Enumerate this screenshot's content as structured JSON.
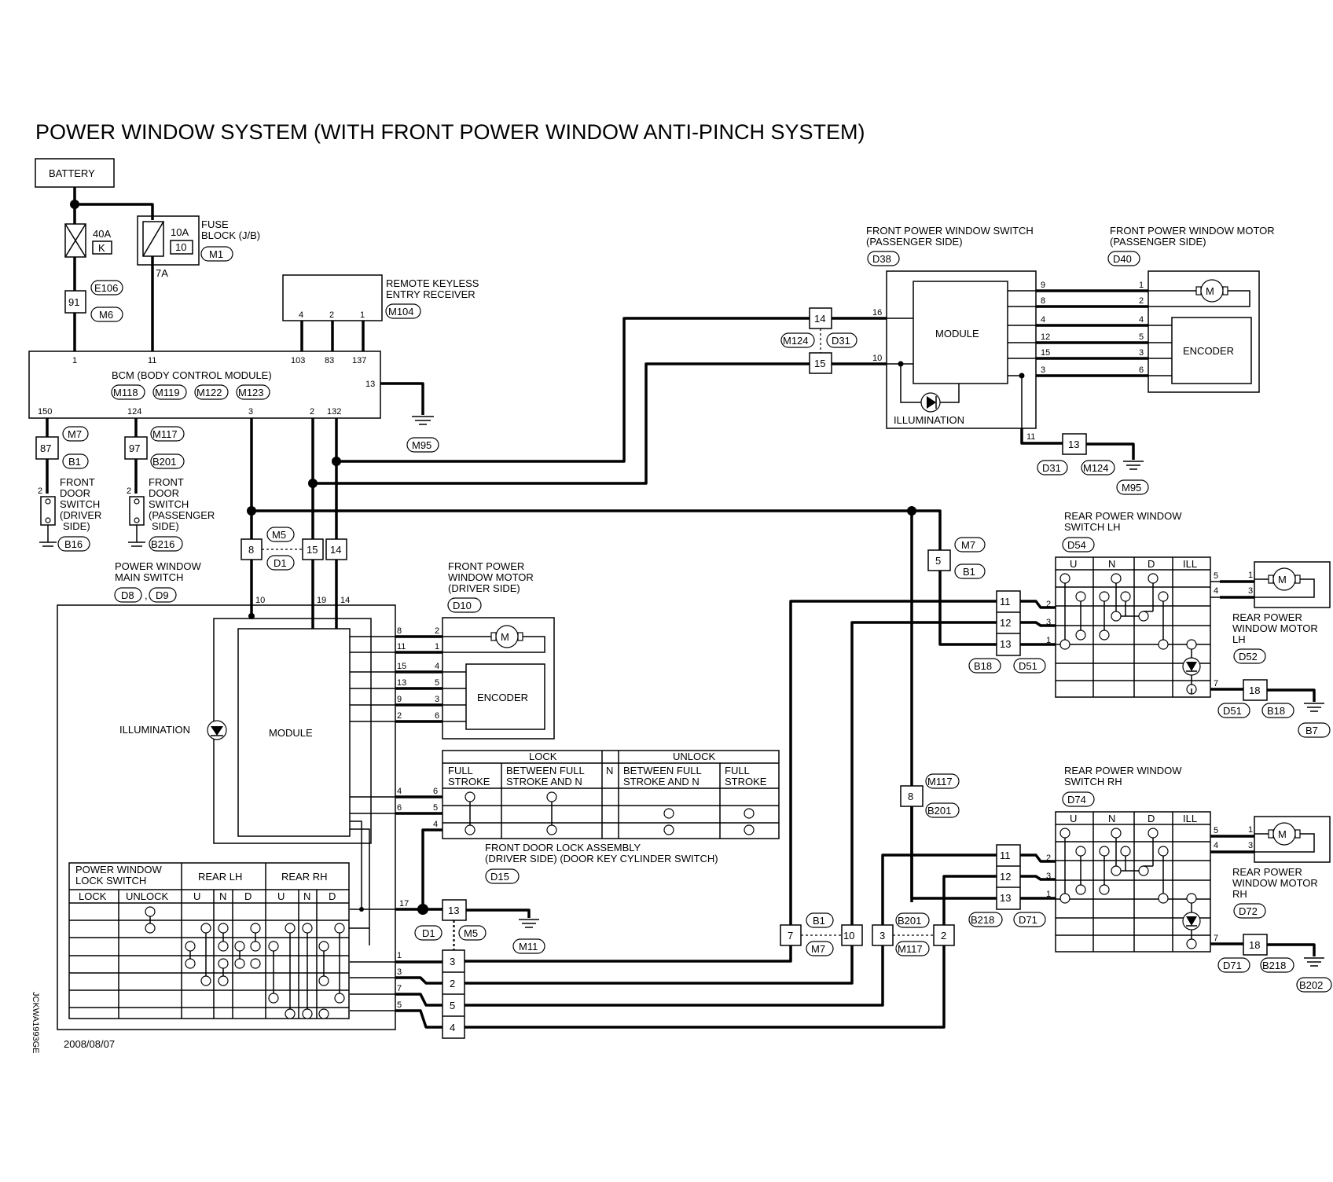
{
  "title": "POWER WINDOW SYSTEM (WITH FRONT POWER WINDOW ANTI-PINCH SYSTEM)",
  "date": "2008/08/07",
  "code": "JCKWA1993GE",
  "battery": "BATTERY",
  "fuse40": {
    "amp": "40A",
    "id": "K"
  },
  "fuse10": {
    "amp": "10A",
    "id": "10",
    "pin": "7A"
  },
  "fuse_block": {
    "line1": "FUSE",
    "line2": "BLOCK (J/B)",
    "conn": "M1"
  },
  "conn_e106": "E106",
  "conn_m6": "M6",
  "pin_91": "91",
  "rke": {
    "line1": "REMOTE KEYLESS",
    "line2": "ENTRY RECEIVER",
    "conn": "M104",
    "pins": [
      "4",
      "2",
      "1"
    ],
    "bcm_pins": [
      "103",
      "83",
      "137"
    ]
  },
  "bcm": {
    "label": "BCM (BODY CONTROL MODULE)",
    "conns": [
      "M118",
      "M119",
      "M122",
      "M123"
    ],
    "top_pins": [
      "1",
      "11"
    ],
    "pin13": "13",
    "bottom_pins": [
      "150",
      "124",
      "3",
      "2",
      "132"
    ],
    "ground": "M95"
  },
  "door_sw_drv": {
    "conn_a": "M7",
    "pin": "87",
    "conn_b": "B1",
    "sw_pin": "2",
    "lines": [
      "FRONT",
      "DOOR",
      "SWITCH",
      "(DRIVER",
      "SIDE)"
    ],
    "conn": "B16"
  },
  "door_sw_pas": {
    "conn_a": "M117",
    "pin": "97",
    "conn_b": "B201",
    "sw_pin": "2",
    "lines": [
      "FRONT",
      "DOOR",
      "SWITCH",
      "(PASSENGER",
      "SIDE)"
    ],
    "conn": "B216"
  },
  "junction_m5d1": {
    "pins": [
      "8",
      "15",
      "14"
    ],
    "conn_a": "M5",
    "conn_b": "D1"
  },
  "main_switch": {
    "line1": "POWER WINDOW",
    "line2": "MAIN SWITCH",
    "conns": [
      "D8",
      "D9"
    ],
    "top_pins": [
      "10",
      "19",
      "14"
    ],
    "module": "MODULE",
    "illumination": "ILLUMINATION",
    "motor_pins": [
      "8",
      "11",
      "15",
      "13",
      "9",
      "2"
    ],
    "lock_pins": [
      "4",
      "6"
    ],
    "pin17": "17",
    "low_pins": [
      "1",
      "3",
      "7",
      "5"
    ]
  },
  "fpw_motor_drv": {
    "lines": [
      "FRONT POWER",
      "WINDOW MOTOR",
      "(DRIVER SIDE)"
    ],
    "conn": "D10",
    "pins": [
      "2",
      "1",
      "4",
      "5",
      "3",
      "6"
    ],
    "encoder": "ENCODER",
    "motor": "M"
  },
  "lock_sw_table": {
    "row1": [
      "POWER WINDOW",
      "LOCK SWITCH",
      "REAR LH",
      "REAR RH"
    ],
    "row2": [
      "LOCK",
      "UNLOCK",
      "U",
      "N",
      "D",
      "U",
      "N",
      "D"
    ]
  },
  "door_lock": {
    "headers": [
      "LOCK",
      "N",
      "UNLOCK"
    ],
    "sub": [
      "FULL",
      "STROKE",
      "BETWEEN FULL",
      "STROKE AND N",
      "BETWEEN FULL",
      "STROKE AND N",
      "FULL",
      "STROKE"
    ],
    "pins": [
      "6",
      "5",
      "4"
    ],
    "lines": [
      "FRONT DOOR LOCK ASSEMBLY",
      "(DRIVER SIDE) (DOOR KEY CYLINDER SWITCH)"
    ],
    "conn": "D15"
  },
  "gnd_m11": {
    "pin": "13",
    "conn_a": "D1",
    "conn_b": "M5",
    "ground": "M11"
  },
  "low_conn": {
    "pins": [
      "3",
      "2",
      "5",
      "4"
    ]
  },
  "junction_b1m7": {
    "pins": [
      "7",
      "10"
    ],
    "conn_a": "B1",
    "conn_b": "M7"
  },
  "junction_b201m117": {
    "pins": [
      "3",
      "2"
    ],
    "conn_a": "B201",
    "conn_b": "M117"
  },
  "junction_m7b1_top": {
    "pin": "5",
    "conn_a": "M7",
    "conn_b": "B1"
  },
  "junction_m117b201": {
    "pin": "8",
    "conn_a": "M117",
    "conn_b": "B201"
  },
  "mid_m124d31": {
    "pins": [
      "14",
      "15"
    ],
    "conn_a": "M124",
    "conn_b": "D31"
  },
  "fpw_switch_pas": {
    "line1": "FRONT POWER WINDOW SWITCH",
    "line2": "(PASSENGER SIDE)",
    "conn": "D38",
    "in_pins": [
      "16",
      "10"
    ],
    "module": "MODULE",
    "illumination": "ILLUMINATION",
    "out_pins": [
      "9",
      "8",
      "4",
      "12",
      "15",
      "3"
    ],
    "pin11": "11"
  },
  "fpw_motor_pas": {
    "line1": "FRONT POWER WINDOW MOTOR",
    "line2": "(PASSENGER SIDE)",
    "conn": "D40",
    "pins": [
      "1",
      "2",
      "4",
      "5",
      "3",
      "6"
    ],
    "encoder": "ENCODER",
    "motor": "M"
  },
  "gnd_pas": {
    "pin": "13",
    "conns": [
      "D31",
      "M124"
    ],
    "ground": "M95"
  },
  "rear_lh": {
    "line1": "REAR POWER WINDOW",
    "line2": "SWITCH LH",
    "conn": "D54",
    "cols": [
      "U",
      "N",
      "D",
      "ILL"
    ],
    "in_pins": [
      "2",
      "3",
      "1"
    ],
    "gnd_pin": "7",
    "jpins": [
      "11",
      "12",
      "13"
    ],
    "jconns": [
      "B18",
      "D51"
    ],
    "motor_pins": [
      "5",
      "4"
    ],
    "mpins": [
      "1",
      "3"
    ],
    "motor": [
      "REAR POWER",
      "WINDOW MOTOR",
      "LH"
    ],
    "mconn": "D52",
    "gpin": "18",
    "gconns": [
      "D51",
      "B18"
    ],
    "ground": "B7",
    "m": "M"
  },
  "rear_rh": {
    "line1": "REAR POWER WINDOW",
    "line2": "SWITCH RH",
    "conn": "D74",
    "cols": [
      "U",
      "N",
      "D",
      "ILL"
    ],
    "in_pins": [
      "2",
      "3",
      "1"
    ],
    "gnd_pin": "7",
    "jpins": [
      "11",
      "12",
      "13"
    ],
    "jconns": [
      "B218",
      "D71"
    ],
    "motor_pins": [
      "5",
      "4"
    ],
    "mpins": [
      "1",
      "3"
    ],
    "motor": [
      "REAR POWER",
      "WINDOW MOTOR",
      "RH"
    ],
    "mconn": "D72",
    "gpin": "18",
    "gconns": [
      "D71",
      "B218"
    ],
    "ground": "B202",
    "m": "M"
  }
}
